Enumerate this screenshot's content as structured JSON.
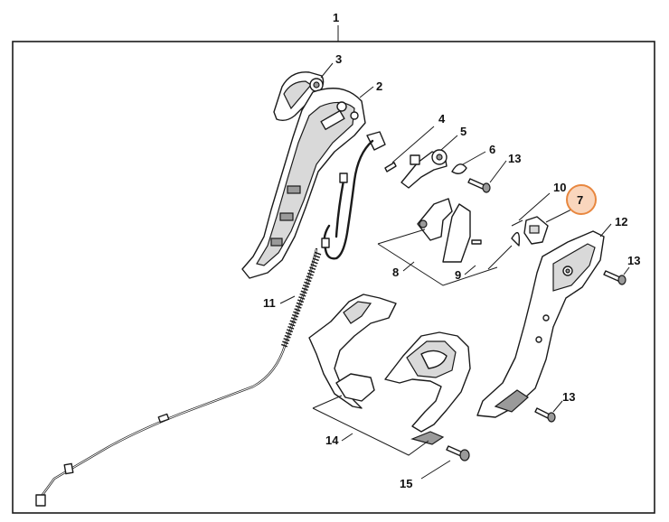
{
  "callouts": {
    "c1": "1",
    "c2": "2",
    "c3": "3",
    "c4": "4",
    "c5": "5",
    "c6": "6",
    "c7": "7",
    "c8": "8",
    "c9": "9",
    "c10": "10",
    "c11": "11",
    "c12": "12",
    "c13a": "13",
    "c13b": "13",
    "c13c": "13",
    "c14": "14",
    "c15": "15"
  },
  "colors": {
    "highlight_fill": "#f9d6bd",
    "highlight_stroke": "#e8873f",
    "line": "#1a1a1a",
    "background": "#ffffff"
  }
}
